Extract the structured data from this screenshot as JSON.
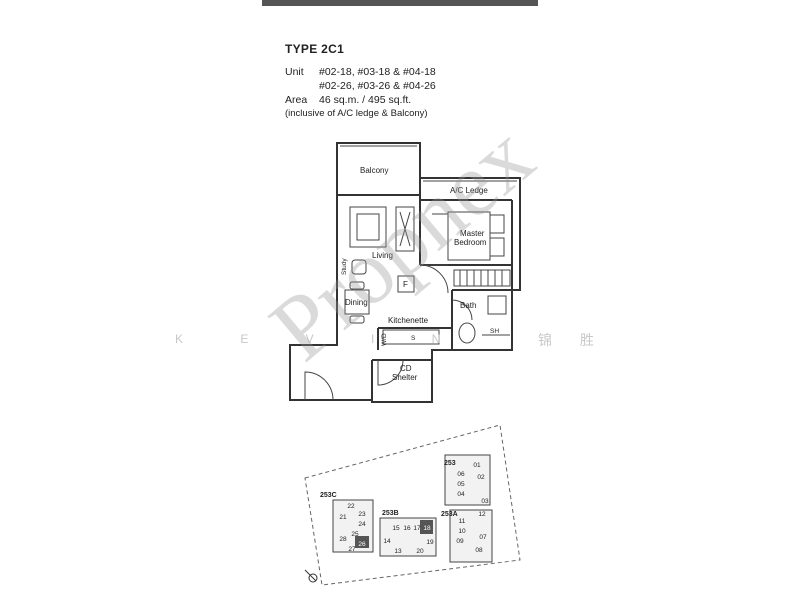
{
  "header": {
    "type_title": "TYPE 2C1",
    "unit_label": "Unit",
    "unit_line1": "#02-18, #03-18 & #04-18",
    "unit_line2": "#02-26, #03-26 & #04-26",
    "area_label": "Area",
    "area_value": "46 sq.m. / 495 sq.ft.",
    "area_note": "(inclusive of A/C ledge & Balcony)"
  },
  "rooms": {
    "balcony": "Balcony",
    "ac_ledge": "A/C Ledge",
    "master_line1": "Master",
    "master_line2": "Bedroom",
    "living": "Living",
    "study": "Study",
    "dining": "Dining",
    "fridge": "F",
    "bath": "Bath",
    "kitchenette": "Kitchenette",
    "shower": "SH",
    "sink": "S",
    "washer": "W/D",
    "shelter_line1": "CD",
    "shelter_line2": "Shelter"
  },
  "site_plan": {
    "blocks": [
      "253",
      "253A",
      "253B",
      "253C"
    ],
    "units": [
      "01",
      "02",
      "03",
      "04",
      "05",
      "06",
      "07",
      "08",
      "09",
      "10",
      "11",
      "12",
      "13",
      "14",
      "15",
      "16",
      "17",
      "18",
      "19",
      "20",
      "21",
      "22",
      "23",
      "24",
      "25",
      "26",
      "27",
      "28"
    ]
  },
  "watermark": {
    "text_latin": "K E V I N",
    "text_cjk": "锦 胜",
    "stamp": "Propnex"
  }
}
